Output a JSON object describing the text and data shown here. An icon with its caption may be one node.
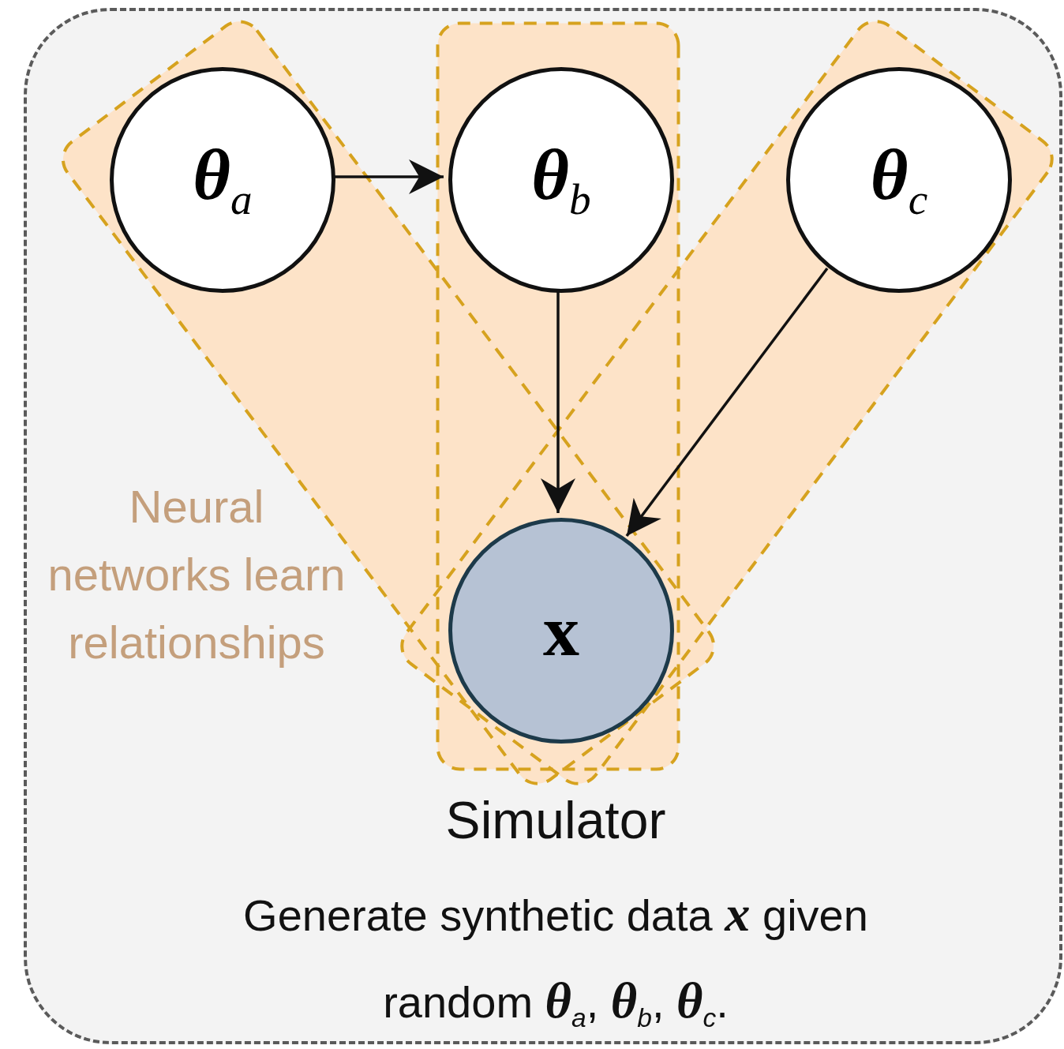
{
  "diagram": {
    "nodes": [
      {
        "text": [
          "Simulator",
          "Generate synthetic data **x** given random **θ**$_{a}$, **θ**$_{b}$, **θ**$_{c}$."
        ]
      },
      {
        "text": [
          "**θ**$_{a}$"
        ],
        "in": 0
      },
      {
        "text": [
          "**θ**$_{b}$"
        ],
        "in": 0
      },
      {
        "text": [
          "**θ**$_{c}$"
        ],
        "in": 0
      },
      {
        "text": [
          "x"
        ],
        "in": 0
      }
    ],
    "edges": [
      {
        "from": 1,
        "to": 2,
        "arrow": "to"
      },
      {
        "from": 2,
        "to": 4,
        "arrow": "to"
      },
      {
        "from": 3,
        "to": 4,
        "arrow": "to"
      }
    ],
    "labels": [
      "Neural networks learn relationships"
    ]
  }
}
